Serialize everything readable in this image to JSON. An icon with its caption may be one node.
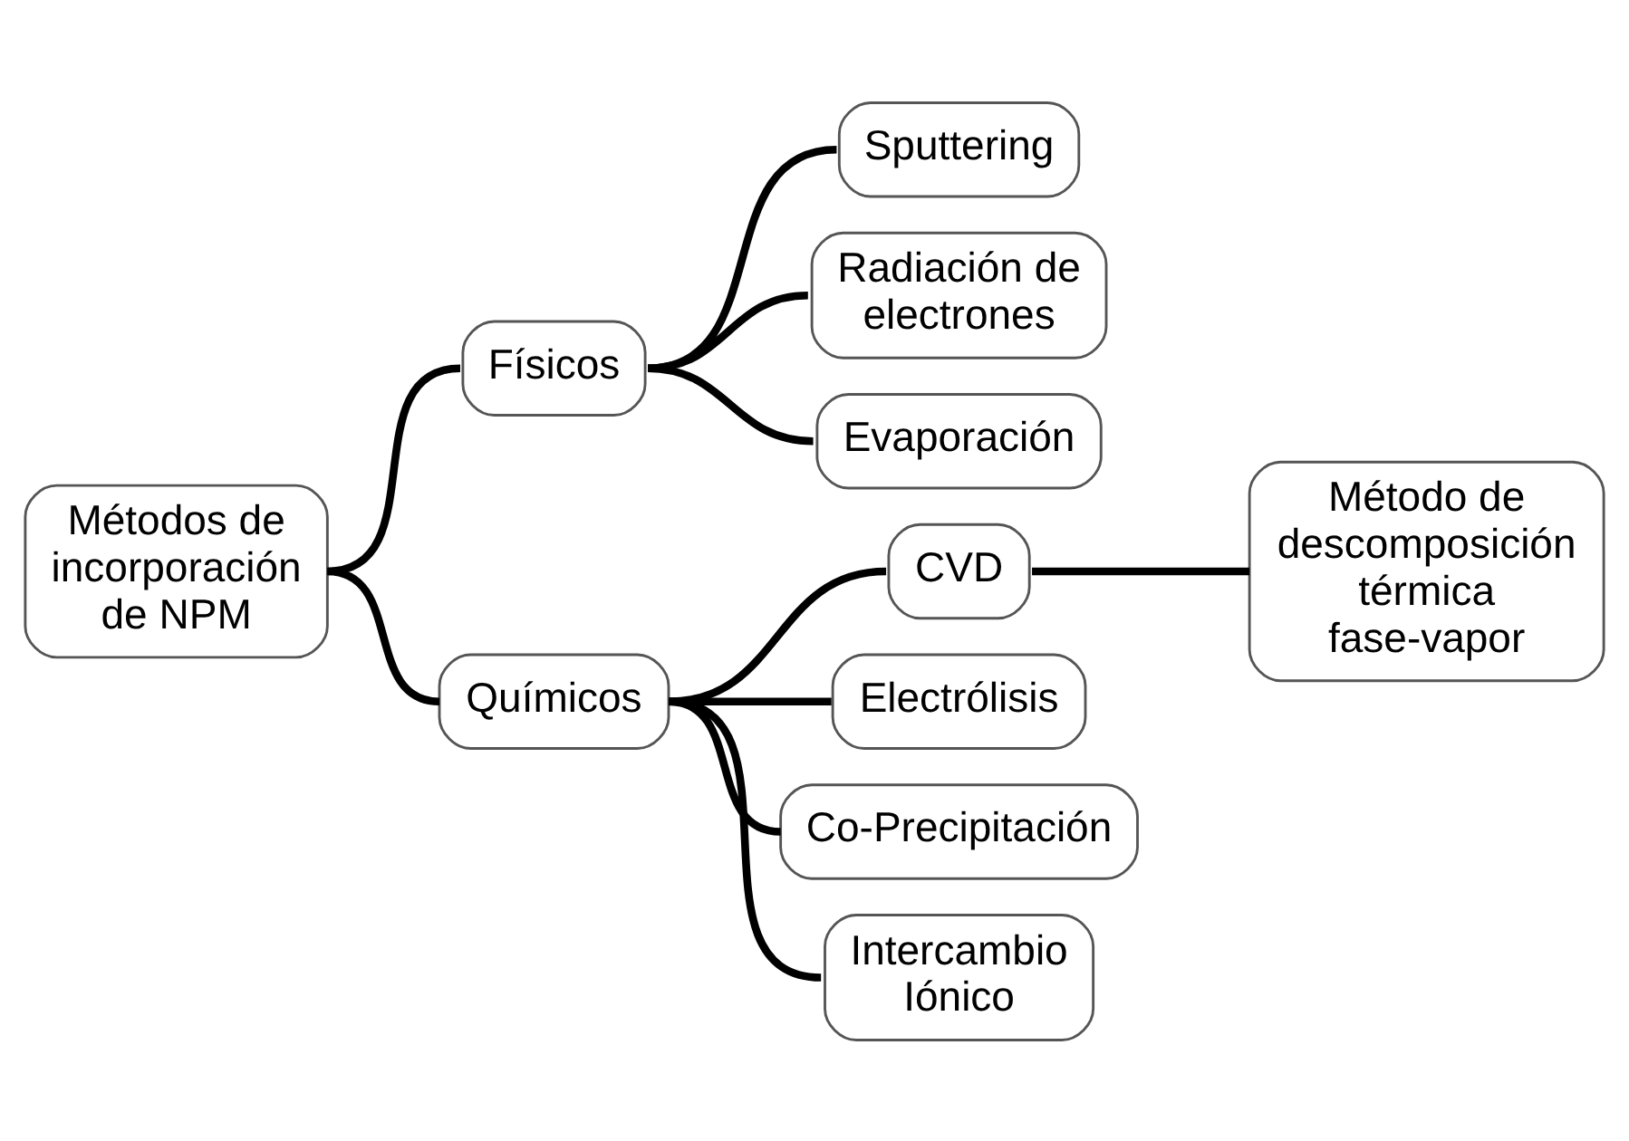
{
  "diagram": {
    "nodes": [
      {
        "text": [
          "Métodos de incorporación de NPM"
        ]
      },
      {
        "text": [
          "Físicos"
        ]
      },
      {
        "text": [
          "Sputtering"
        ]
      },
      {
        "text": [
          "Radiación de electrones"
        ]
      },
      {
        "text": [
          "Evaporación"
        ]
      },
      {
        "text": [
          "Químicos"
        ]
      },
      {
        "text": [
          "CVD"
        ]
      },
      {
        "text": [
          "Método de descomposición térmica fase-vapor"
        ]
      },
      {
        "text": [
          "Electrólisis"
        ]
      },
      {
        "text": [
          "Co-Precipitación"
        ]
      },
      {
        "text": [
          "Intercambio Iónico"
        ]
      }
    ],
    "edges": [
      {
        "from": 0,
        "to": 1,
        "arrow": "none"
      },
      {
        "from": 1,
        "to": 2,
        "arrow": "none"
      },
      {
        "from": 1,
        "to": 3,
        "arrow": "none"
      },
      {
        "from": 1,
        "to": 4,
        "arrow": "none"
      },
      {
        "from": 0,
        "to": 5,
        "arrow": "none"
      },
      {
        "from": 5,
        "to": 6,
        "arrow": "none"
      },
      {
        "from": 6,
        "to": 7,
        "arrow": "none"
      },
      {
        "from": 5,
        "to": 8,
        "arrow": "none"
      },
      {
        "from": 5,
        "to": 9,
        "arrow": "none"
      },
      {
        "from": 5,
        "to": 10,
        "arrow": "none"
      }
    ]
  }
}
